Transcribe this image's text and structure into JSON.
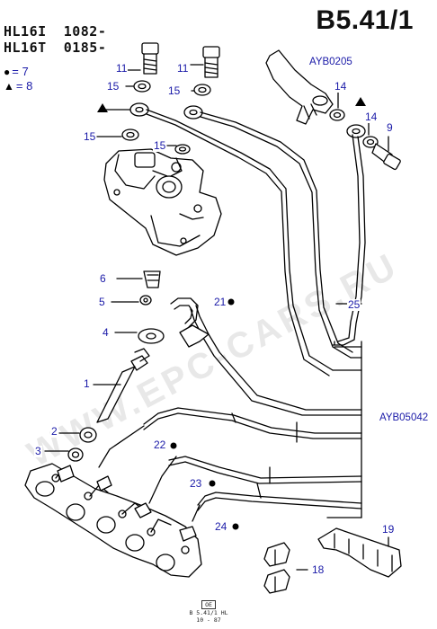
{
  "header": {
    "engine_line_1": "HL16I  1082-",
    "engine_line_2": "HL16T  0185-",
    "diagram_ref": "B5.41/1",
    "legend": [
      {
        "symbol": "●",
        "icon": "circle-icon",
        "text": "= 7"
      },
      {
        "symbol": "▲",
        "icon": "triangle-icon",
        "text": "= 8"
      }
    ]
  },
  "watermark": "WWW.EPC-CARS.RU",
  "codes": {
    "top_code": "AYB0205",
    "bottom_code": "AYB05042"
  },
  "callouts": [
    {
      "id": "11a",
      "label": "11"
    },
    {
      "id": "11b",
      "label": "11"
    },
    {
      "id": "15a",
      "label": "15"
    },
    {
      "id": "15b",
      "label": "15"
    },
    {
      "id": "15c",
      "label": "15"
    },
    {
      "id": "15d",
      "label": "15"
    },
    {
      "id": "14a",
      "label": "14"
    },
    {
      "id": "14b",
      "label": "14"
    },
    {
      "id": "9",
      "label": "9"
    },
    {
      "id": "6",
      "label": "6"
    },
    {
      "id": "5",
      "label": "5"
    },
    {
      "id": "4",
      "label": "4"
    },
    {
      "id": "1",
      "label": "1"
    },
    {
      "id": "2",
      "label": "2"
    },
    {
      "id": "3",
      "label": "3"
    },
    {
      "id": "21",
      "label": "21"
    },
    {
      "id": "22",
      "label": "22"
    },
    {
      "id": "23",
      "label": "23"
    },
    {
      "id": "24",
      "label": "24"
    },
    {
      "id": "25",
      "label": "25"
    },
    {
      "id": "19",
      "label": "19"
    },
    {
      "id": "18",
      "label": "18"
    }
  ],
  "footer": {
    "box": "OE",
    "line_1": "B  5.41/1 HL",
    "line_2": "10 - 87"
  },
  "colors": {
    "callout_text": "#1a1aa8",
    "line_art": "#000000",
    "watermark": "#e6e6e6"
  }
}
